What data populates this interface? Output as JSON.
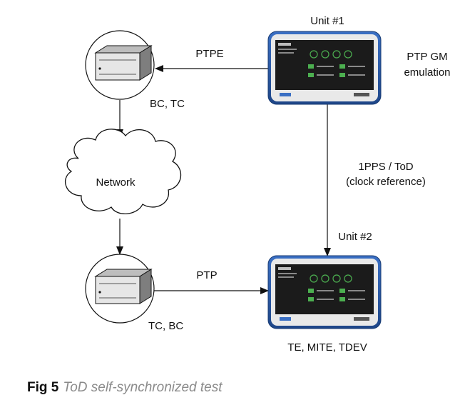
{
  "diagram": {
    "unit1": {
      "title": "Unit #1",
      "role_line1": "PTP GM",
      "role_line2": "emulation"
    },
    "unit2": {
      "title": "Unit #2",
      "role": "TE, MITE, TDEV"
    },
    "node_top": {
      "label": "BC, TC"
    },
    "node_bottom": {
      "label": "TC, BC"
    },
    "cloud": {
      "label": "Network"
    },
    "links": {
      "top": "PTPE",
      "bottom": "PTP",
      "reference_line1": "1PPS / ToD",
      "reference_line2": "(clock reference)"
    }
  },
  "caption": {
    "number": "Fig 5",
    "title": "ToD self-synchronized test"
  },
  "colors": {
    "device_frame": "#2a5aa8",
    "device_screen": "#1b1b1b",
    "screen_accent": "#4caf50",
    "caption_title": "#8a8a8a"
  }
}
